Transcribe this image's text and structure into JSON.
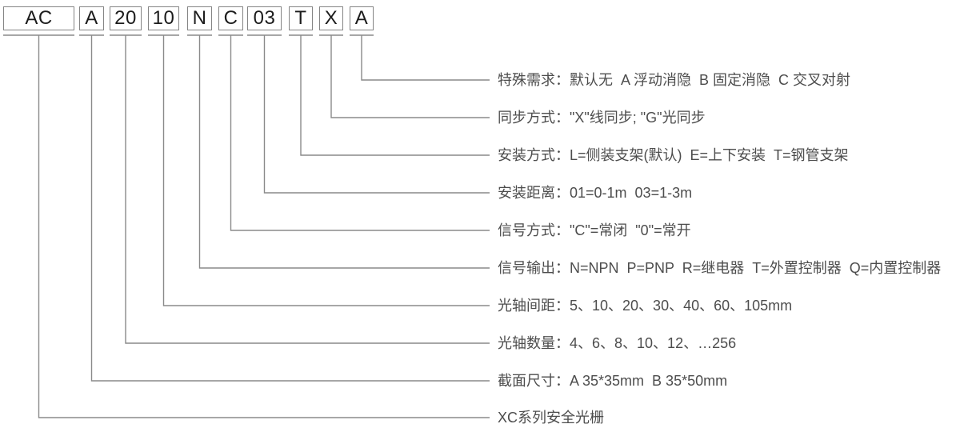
{
  "code": {
    "boxes": [
      "AC",
      "A",
      "20",
      "10",
      "N",
      "C",
      "03",
      "T",
      "X",
      "A"
    ]
  },
  "legend": {
    "rows": [
      {
        "code": "A",
        "text": "特殊需求：默认无  A 浮动消隐  B 固定消隐  C 交叉对射"
      },
      {
        "code": "X",
        "text": "同步方式：\"X\"线同步; \"G\"光同步"
      },
      {
        "code": "T",
        "text": "安装方式：L=侧装支架(默认)  E=上下安装  T=钢管支架"
      },
      {
        "code": "03",
        "text": "安装距离：01=0-1m  03=1-3m"
      },
      {
        "code": "C",
        "text": "信号方式：\"C\"=常闭  \"0\"=常开"
      },
      {
        "code": "N",
        "text": "信号输出：N=NPN  P=PNP  R=继电器  T=外置控制器  Q=内置控制器"
      },
      {
        "code": "10",
        "text": "光轴间距：5、10、20、30、40、60、105mm"
      },
      {
        "code": "20",
        "text": "光轴数量：4、6、8、10、12、…256"
      },
      {
        "code": "A",
        "text": "截面尺寸：A 35*35mm  B 35*50mm"
      },
      {
        "code": "AC",
        "text": "XC系列安全光栅"
      }
    ]
  },
  "colors": {
    "line": "#8a8a8a",
    "box_border": "#858585",
    "box_text": "#1c1c1c",
    "label_text": "#4d4d4d"
  }
}
